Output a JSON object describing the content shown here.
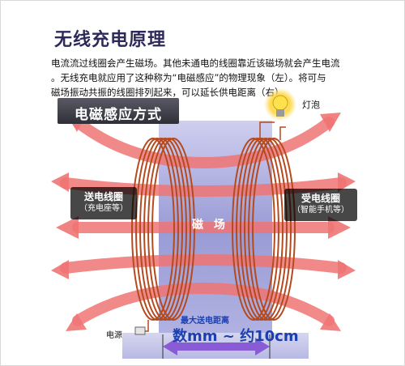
{
  "title": "无线充电原理",
  "description": [
    "电流流过线圈会产生磁场。其他未通电的线圈靠近该磁场就会产生电流",
    "。无线充电就应用了这种称为“电磁感应”的物理现象（左）。将可与",
    "磁场振动共振的线圈排列起来，可以延长供电距离（右）"
  ],
  "method_label": "电磁感应方式",
  "bulb_label": "灯泡",
  "sender": {
    "main": "送电线圈",
    "sub": "（充电座等）"
  },
  "receiver": {
    "main": "受电线圈",
    "sub": "（智能手机等）"
  },
  "field_label": "磁 场",
  "source_label": "电源",
  "max_distance_label": "最大送电距离",
  "distance_value": "数mm ~ 约10cm",
  "colors": {
    "coil": "#b54a1e",
    "field_arrow": "#f06b6b",
    "panel": "#8d8fcf",
    "title": "#2d2a5a",
    "distance": "#1b3fb0"
  }
}
